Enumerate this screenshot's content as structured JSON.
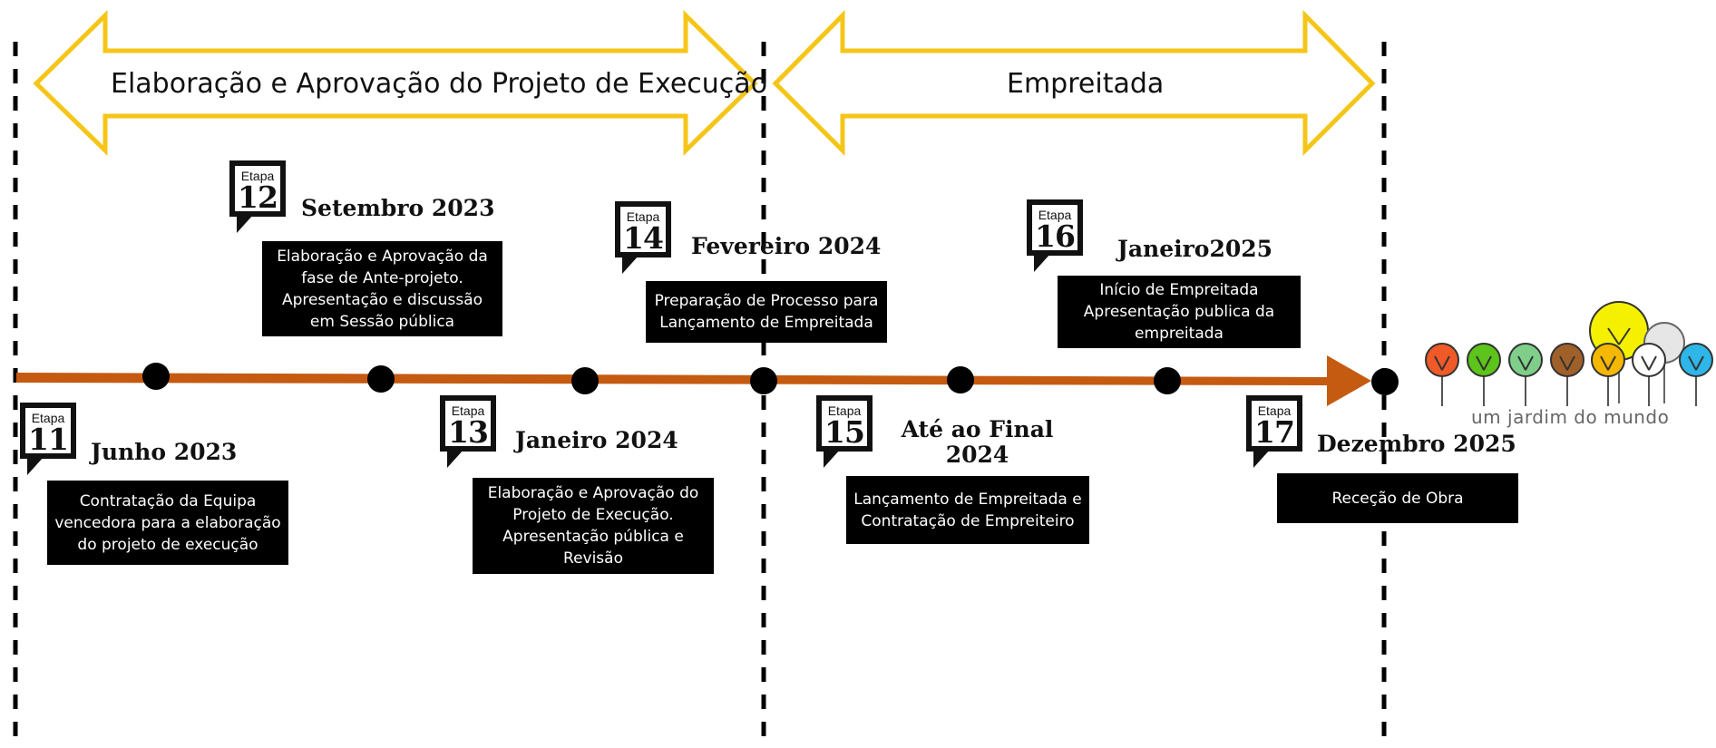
{
  "phases": [
    {
      "label": "Elaboração e Aprovação do Projeto de Execução"
    },
    {
      "label": "Empreitada"
    }
  ],
  "colors": {
    "phase_arrow": "#f5c518",
    "timeline": "#c55a11",
    "milestone": "#000000",
    "divider": "#000000"
  },
  "stages": [
    {
      "etapa": "Etapa",
      "number": "11",
      "date": "Junho 2023",
      "text": "Contratação da Equipa vencedora para a elaboração do projeto de execução"
    },
    {
      "etapa": "Etapa",
      "number": "12",
      "date": "Setembro 2023",
      "text": "Elaboração e Aprovação da fase de Ante-projeto. Apresentação e discussão em Sessão pública"
    },
    {
      "etapa": "Etapa",
      "number": "13",
      "date": "Janeiro 2024",
      "text": "Elaboração e Aprovação do Projeto de Execução. Apresentação pública e Revisão"
    },
    {
      "etapa": "Etapa",
      "number": "14",
      "date": "Fevereiro 2024",
      "text": "Preparação de Processo para Lançamento de Empreitada"
    },
    {
      "etapa": "Etapa",
      "number": "15",
      "date": "Até ao Final 2024",
      "text": "Lançamento de Empreitada e Contratação de Empreiteiro"
    },
    {
      "etapa": "Etapa",
      "number": "16",
      "date": "Janeiro2025",
      "text": "Início de Empreitada Apresentação publica da empreitada"
    },
    {
      "etapa": "Etapa",
      "number": "17",
      "date": "Dezembro 2025",
      "text": "Receção de Obra"
    }
  ],
  "logo": {
    "text": "um jardim do mundo",
    "tree_colors": [
      "#f05a28",
      "#5cc41a",
      "#7fcf8a",
      "#a0602a",
      "#f5b800",
      "#ffffff",
      "#2fb6e8",
      "#f5f000",
      "#e6e6e6"
    ]
  }
}
